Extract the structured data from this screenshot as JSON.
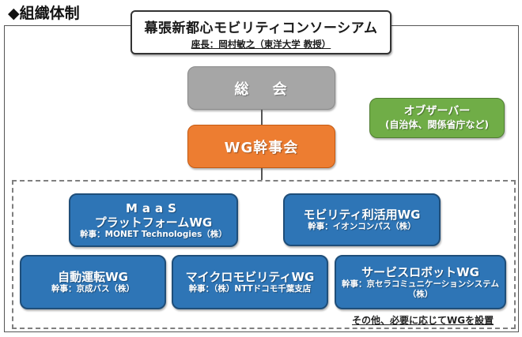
{
  "heading": "◆組織体制",
  "consortium": {
    "name": "幕張新都心モビリティコンソーシアム",
    "chair": "座長：岡村敏之（東洋大学 教授）"
  },
  "general_assembly": {
    "part1": "総",
    "part2": "会"
  },
  "wg_executive": "WG幹事会",
  "observer": {
    "title": "オブザーバー",
    "detail": "(自治体、関係省庁など)"
  },
  "working_groups": [
    {
      "name_line1": "MaaS",
      "name_line2": "プラットフォームWG",
      "lead": "幹事：MONET Technologies（株）"
    },
    {
      "name": "モビリティ利活用WG",
      "lead": "幹事：イオンコンパス（株）"
    },
    {
      "name": "自動運転WG",
      "lead": "幹事：京成バス（株）"
    },
    {
      "name": "マイクロモビリティWG",
      "lead": "幹事：（株）NTTドコモ千葉支店"
    },
    {
      "name": "サービスロボットWG",
      "lead": "幹事：京セラコミュニケーションシステム（株）"
    }
  ],
  "note": "その他、必要に応じてWGを設置",
  "colors": {
    "general_assembly": "#a6a6a6",
    "wg_executive": "#ed7d31",
    "observer": "#70ad47",
    "working_group": "#2e75b6"
  }
}
